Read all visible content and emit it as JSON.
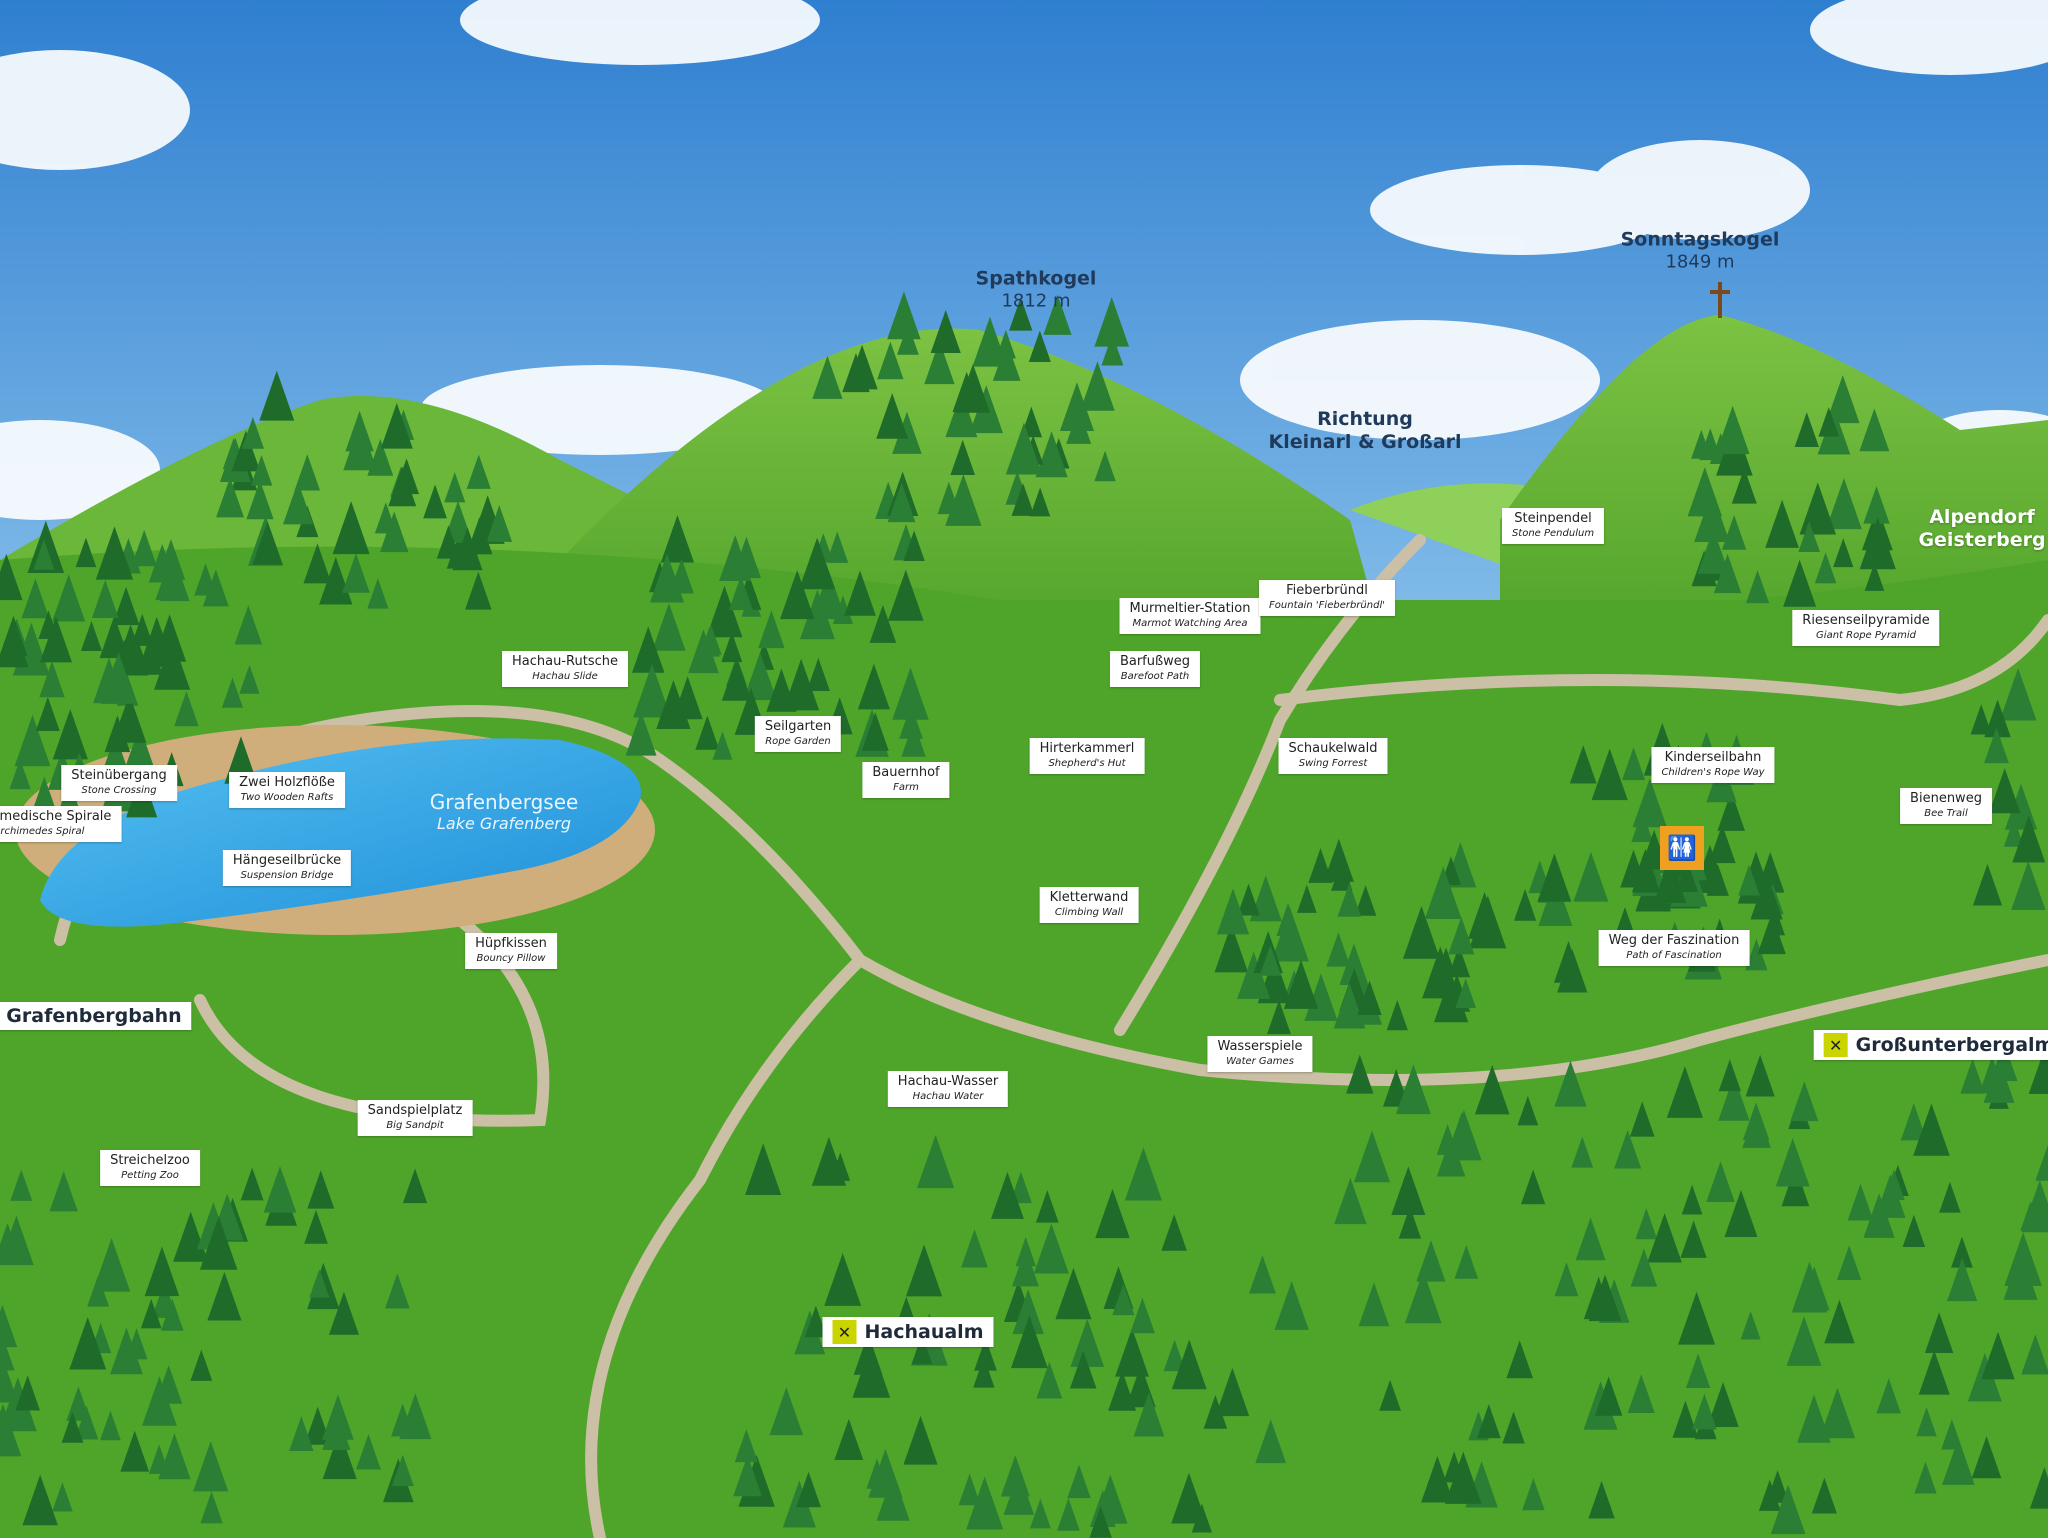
{
  "peaks": [
    {
      "name": "Spathkogel",
      "height": "1812 m"
    },
    {
      "name": "Sonntagskogel",
      "height": "1849 m"
    }
  ],
  "direction": {
    "line1": "Richtung",
    "line2": "Kleinarl & Großarl"
  },
  "alpendorf": {
    "line1": "Alpendorf",
    "line2": "Geisterberg"
  },
  "lake": {
    "de": "Grafenbergsee",
    "en": "Lake Grafenberg"
  },
  "attractions": [
    {
      "de": "Hachau-Rutsche",
      "en": "Hachau Slide"
    },
    {
      "de": "Steinübergang",
      "en": "Stone Crossing"
    },
    {
      "de": "Zwei Holzflöße",
      "en": "Two Wooden Rafts"
    },
    {
      "de": "Archimedische Spirale",
      "en": "Archimedes Spiral"
    },
    {
      "de": "Hängeseilbrücke",
      "en": "Suspension Bridge"
    },
    {
      "de": "Hüpfkissen",
      "en": "Bouncy Pillow"
    },
    {
      "de": "Sandspielplatz",
      "en": "Big Sandpit"
    },
    {
      "de": "Streichelzoo",
      "en": "Petting Zoo"
    },
    {
      "de": "Seilgarten",
      "en": "Rope Garden"
    },
    {
      "de": "Bauernhof",
      "en": "Farm"
    },
    {
      "de": "Murmeltier-Station",
      "en": "Marmot Watching Area"
    },
    {
      "de": "Fieberbründl",
      "en": "Fountain 'Fieberbründl'"
    },
    {
      "de": "Barfußweg",
      "en": "Barefoot Path"
    },
    {
      "de": "Hirterkammerl",
      "en": "Shepherd's Hut"
    },
    {
      "de": "Schaukelwald",
      "en": "Swing Forrest"
    },
    {
      "de": "Kletterwand",
      "en": "Climbing Wall"
    },
    {
      "de": "Steinpendel",
      "en": "Stone Pendulum"
    },
    {
      "de": "Riesenseilpyramide",
      "en": "Giant Rope Pyramid"
    },
    {
      "de": "Kinderseilbahn",
      "en": "Children's Rope Way"
    },
    {
      "de": "Bienenweg",
      "en": "Bee Trail"
    },
    {
      "de": "Weg der Faszination",
      "en": "Path of Fascination"
    },
    {
      "de": "Wasserspiele",
      "en": "Water Games"
    },
    {
      "de": "Hachau-Wasser",
      "en": "Hachau Water"
    }
  ],
  "stations": {
    "cable_car": "Grafenbergbahn"
  },
  "restaurants": [
    {
      "name": "Großunterbergalm",
      "icon": "fork-knife-icon"
    },
    {
      "name": "Hachaualm",
      "icon": "fork-knife-icon"
    }
  ],
  "colors": {
    "sky_top": "#2f7fd0",
    "grass": "#4fa52a",
    "lake": "#2aa2e6",
    "path": "#cbbfa6"
  }
}
